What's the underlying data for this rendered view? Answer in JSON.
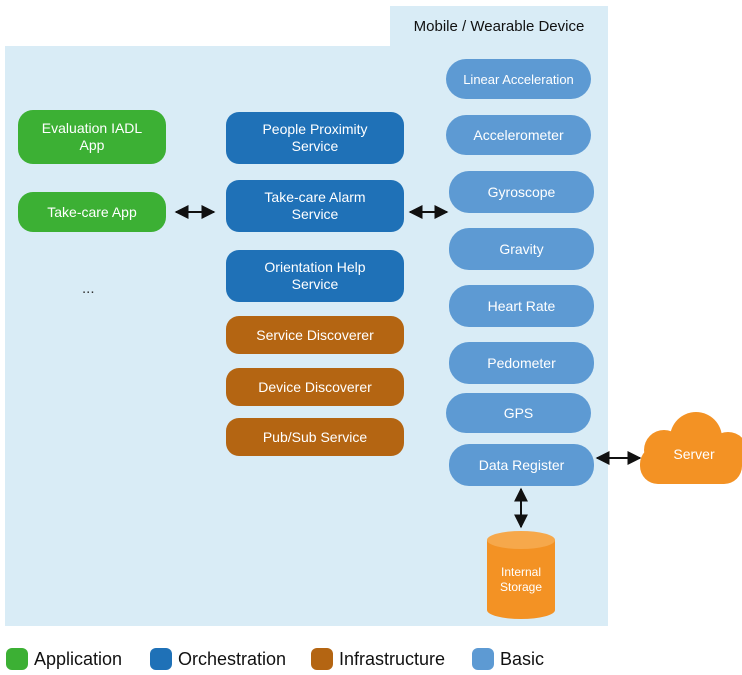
{
  "device": {
    "title": "Mobile / Wearable Device"
  },
  "applications": [
    {
      "label": "Evaluation IADL\nApp"
    },
    {
      "label": "Take-care App"
    }
  ],
  "ellipsis": "...",
  "orchestration": [
    {
      "label": "People Proximity\nService"
    },
    {
      "label": "Take-care Alarm\nService"
    },
    {
      "label": "Orientation Help\nService"
    }
  ],
  "infrastructure": [
    {
      "label": "Service Discoverer"
    },
    {
      "label": "Device Discoverer"
    },
    {
      "label": "Pub/Sub Service"
    }
  ],
  "basic": [
    {
      "label": "Linear Acceleration"
    },
    {
      "label": "Accelerometer"
    },
    {
      "label": "Gyroscope"
    },
    {
      "label": "Gravity"
    },
    {
      "label": "Heart Rate"
    },
    {
      "label": "Pedometer"
    },
    {
      "label": "GPS"
    },
    {
      "label": "Data Register"
    }
  ],
  "server": {
    "label": "Server"
  },
  "storage": {
    "label": "Internal\nStorage"
  },
  "legend": [
    {
      "label": "Application",
      "color": "#3cb034"
    },
    {
      "label": "Orchestration",
      "color": "#1f71b7"
    },
    {
      "label": "Infrastructure",
      "color": "#b46512"
    },
    {
      "label": "Basic",
      "color": "#5d9ad3"
    }
  ],
  "colors": {
    "application": "#3cb034",
    "orchestration": "#1f71b7",
    "infrastructure": "#b46512",
    "basic": "#5d9ad3",
    "external": "#f39224",
    "background": "#d9ecf6"
  }
}
